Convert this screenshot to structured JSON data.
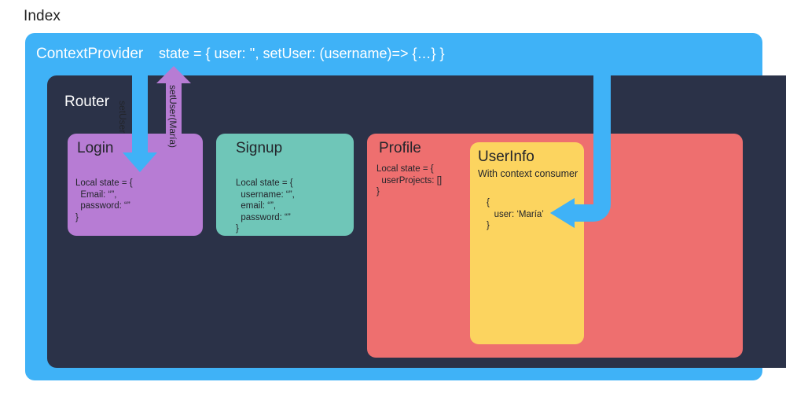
{
  "title": "Index",
  "provider": {
    "name": "ContextProvider",
    "state": "state = { user: '', setUser: (username)=> {…} }",
    "color": "#3FB2F7"
  },
  "router": {
    "name": "Router",
    "color": "#2B3248"
  },
  "components": {
    "login": {
      "title": "Login",
      "code": "Local state = {\n  Email: “”,\n  password: “”\n}",
      "color": "#B77CD4"
    },
    "signup": {
      "title": "Signup",
      "code": "Local state = {\n  username: “”,\n  email: “”,\n  password: “”\n}",
      "color": "#6FC6B8"
    },
    "profile": {
      "title": "Profile",
      "code": "Local state = {\n  userProjects: []\n}",
      "color": "#EE6F6F"
    },
    "userinfo": {
      "title": "UserInfo",
      "subtitle": "With context consumer",
      "code": "{\n   user: ‘María’\n}",
      "color": "#FCD45F"
    }
  },
  "arrows": {
    "set_user_down": {
      "label": "setUser",
      "color": "#3FB2F7"
    },
    "set_user_maria_up": {
      "label": "setUser(María)",
      "color": "#B77CD4"
    },
    "context_to_userinfo": {
      "label": "",
      "color": "#3FB2F7"
    }
  }
}
